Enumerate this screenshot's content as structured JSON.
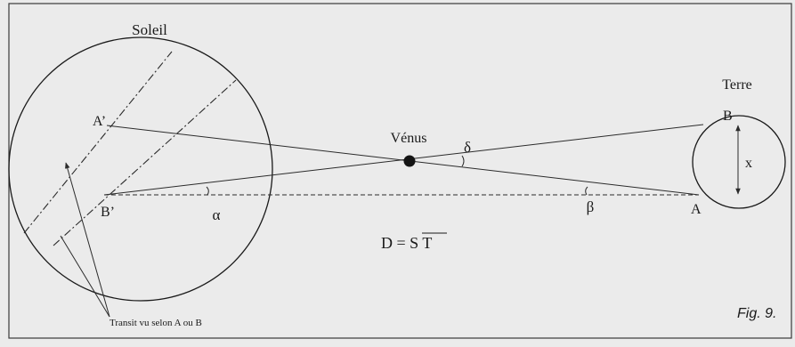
{
  "labels": {
    "sun": "Soleil",
    "earth": "Terre",
    "venus": "Vénus",
    "point_a_prime": "A’",
    "point_b_prime": "B’",
    "point_a": "A",
    "point_b": "B",
    "alpha": "α",
    "beta": "β",
    "delta": "δ",
    "x": "x",
    "distance_lhs": "D = ",
    "distance_rhs": "S T",
    "transit_caption": "Transit vu selon A ou B",
    "figure_number": "Fig. 9."
  },
  "colors": {
    "background": "#ebebeb",
    "frame": "#3a3a3a",
    "line": "#2b2b2b",
    "venus": "#141414"
  }
}
